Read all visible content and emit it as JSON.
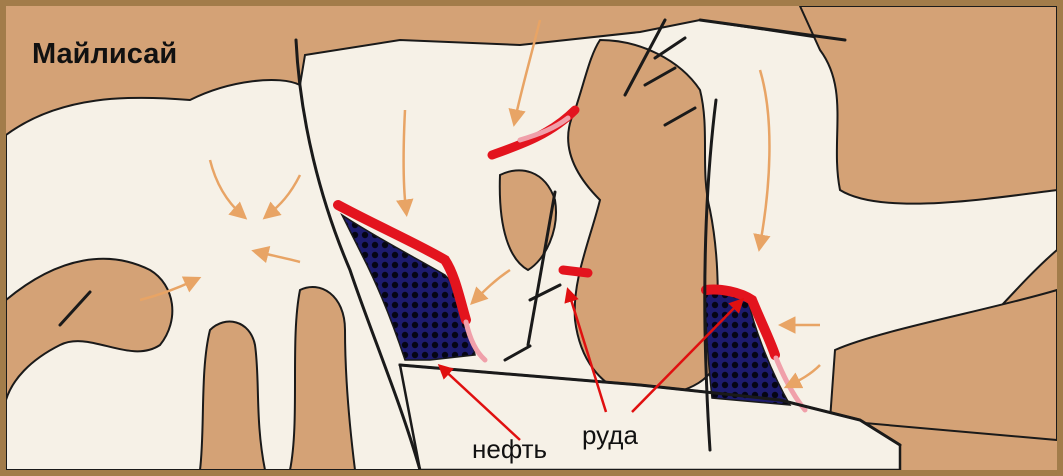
{
  "title": "Майлисай",
  "labels": {
    "oil": "нефть",
    "ore": "руда"
  },
  "colors": {
    "background_rock": "#d4a276",
    "fill_light": "#f6f1e7",
    "outline": "#1a1a1a",
    "ore_red": "#e3141e",
    "ore_pink": "#f0a0aa",
    "oil_blue": "#1d1b6e",
    "oil_dot": "#050514",
    "flow_arrow": "#e8a465",
    "pointer_arrow": "#e01010",
    "frame": "#a27c4a"
  },
  "icons": {
    "flow": "flow-arrow-icon",
    "pointer": "pointer-arrow-icon",
    "fault": "fault-line-icon"
  }
}
